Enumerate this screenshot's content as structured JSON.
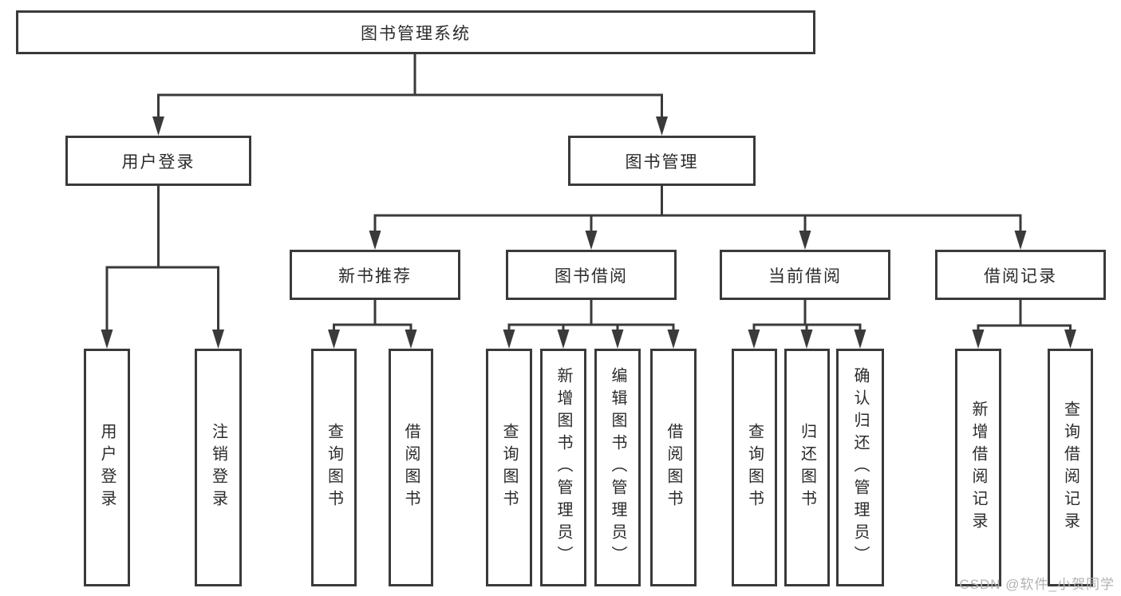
{
  "diagram": {
    "root": {
      "label": "图书管理系统",
      "children": [
        {
          "label": "用户登录",
          "children": [
            {
              "label": "用户登录"
            },
            {
              "label": "注销登录"
            }
          ]
        },
        {
          "label": "图书管理",
          "children": [
            {
              "label": "新书推荐",
              "children": [
                {
                  "label": "查询图书"
                },
                {
                  "label": "借阅图书"
                }
              ]
            },
            {
              "label": "图书借阅",
              "children": [
                {
                  "label": "查询图书"
                },
                {
                  "label": "新增图书（管理员）"
                },
                {
                  "label": "编辑图书（管理员）"
                },
                {
                  "label": "借阅图书"
                }
              ]
            },
            {
              "label": "当前借阅",
              "children": [
                {
                  "label": "查询图书"
                },
                {
                  "label": "归还图书"
                },
                {
                  "label": "确认归还（管理员）"
                }
              ]
            },
            {
              "label": "借阅记录",
              "children": [
                {
                  "label": "新增借阅记录"
                },
                {
                  "label": "查询借阅记录"
                }
              ]
            }
          ]
        }
      ]
    },
    "colors": {
      "line": "#3a3a3a",
      "box_border": "#3a3a3a",
      "text": "#2b2b2b",
      "background": "#ffffff",
      "watermark": "#b2b2b2"
    },
    "watermark": {
      "text": "CSDN @软件_小贺同学"
    }
  }
}
